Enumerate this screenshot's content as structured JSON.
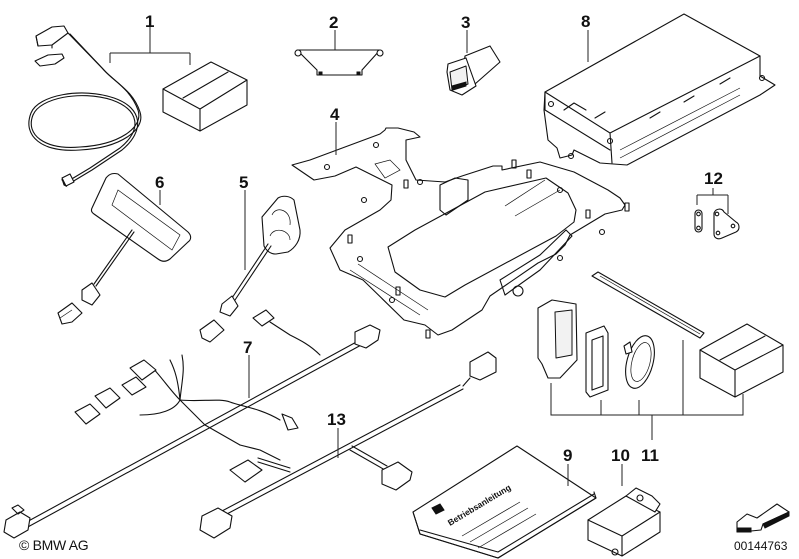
{
  "diagram": {
    "title": "Parts diagram",
    "callouts": [
      {
        "id": "1",
        "label": "1"
      },
      {
        "id": "2",
        "label": "2"
      },
      {
        "id": "3",
        "label": "3"
      },
      {
        "id": "4",
        "label": "4"
      },
      {
        "id": "5",
        "label": "5"
      },
      {
        "id": "6",
        "label": "6"
      },
      {
        "id": "7",
        "label": "7"
      },
      {
        "id": "8",
        "label": "8"
      },
      {
        "id": "9",
        "label": "9"
      },
      {
        "id": "10",
        "label": "10"
      },
      {
        "id": "11",
        "label": "11"
      },
      {
        "id": "12",
        "label": "12"
      },
      {
        "id": "13",
        "label": "13"
      }
    ],
    "manual_cover_text": "Betriebsanleitung",
    "copyright": "© BMW AG",
    "reference_number": "00144763",
    "nav_icon": "arrow-down-left-icon"
  }
}
